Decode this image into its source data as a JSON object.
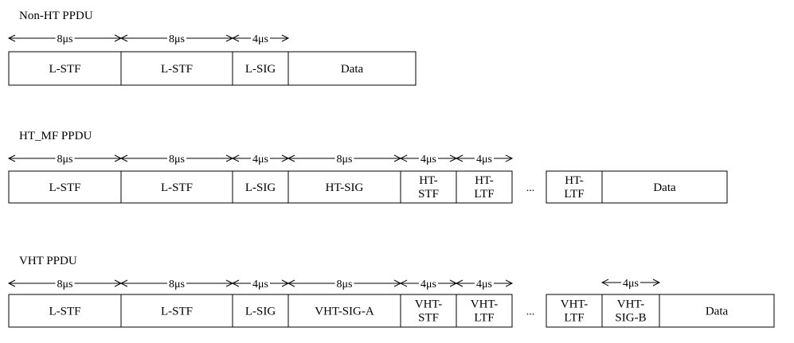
{
  "diagrams": [
    {
      "title": "Non-HT PPDU",
      "durations": [
        "8μs",
        "8μs",
        "4μs"
      ],
      "extra_durations": [],
      "fields": [
        [
          "L-STF"
        ],
        [
          "L-STF"
        ],
        [
          "L-SIG"
        ],
        [
          "Data"
        ]
      ],
      "continuation": null
    },
    {
      "title": "HT_MF PPDU",
      "durations": [
        "8μs",
        "8μs",
        "4μs",
        "8μs",
        "4μs",
        "4μs"
      ],
      "extra_durations": [],
      "fields": [
        [
          "L-STF"
        ],
        [
          "L-STF"
        ],
        [
          "L-SIG"
        ],
        [
          "HT-SIG"
        ],
        [
          "HT-",
          "STF"
        ],
        [
          "HT-",
          "LTF"
        ]
      ],
      "ellipsis": "...",
      "continuation": [
        [
          "HT-",
          "LTF"
        ],
        [
          "Data"
        ]
      ]
    },
    {
      "title": "VHT PPDU",
      "durations": [
        "8μs",
        "8μs",
        "4μs",
        "8μs",
        "4μs",
        "4μs"
      ],
      "extra_durations": [
        "4μs"
      ],
      "fields": [
        [
          "L-STF"
        ],
        [
          "L-STF"
        ],
        [
          "L-SIG"
        ],
        [
          "VHT-SIG-A"
        ],
        [
          "VHT-",
          "STF"
        ],
        [
          "VHT-",
          "LTF"
        ]
      ],
      "ellipsis": "...",
      "continuation": [
        [
          "VHT-",
          "LTF"
        ],
        [
          "VHT-",
          "SIG-B"
        ],
        [
          "Data"
        ]
      ]
    }
  ]
}
